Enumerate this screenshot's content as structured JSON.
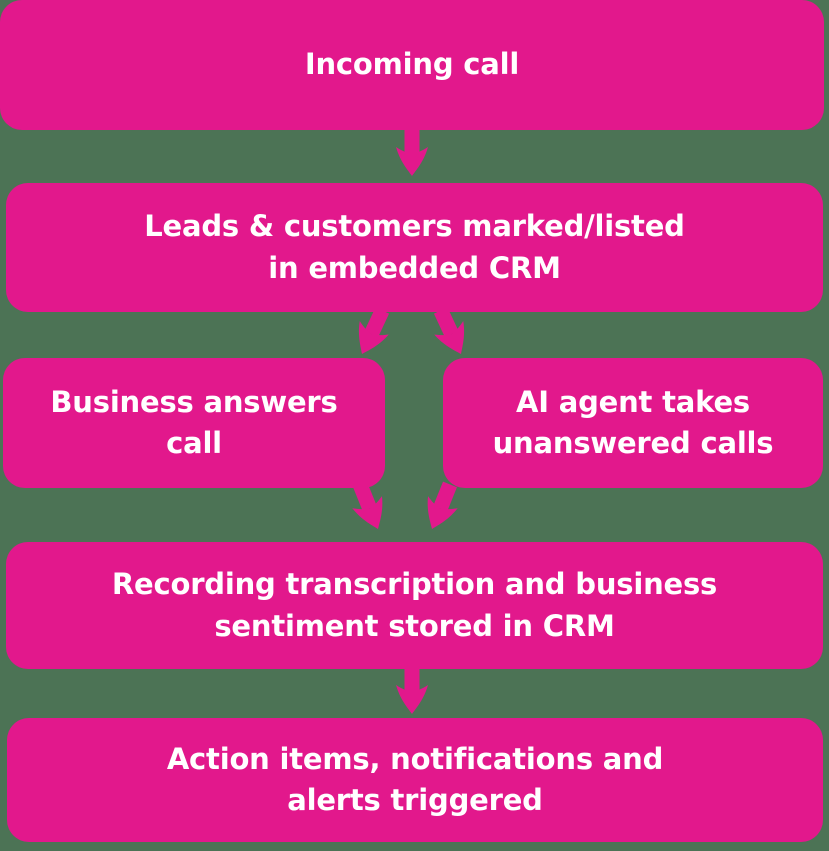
{
  "colors": {
    "background": "#4c7355",
    "node_fill": "#e2188c",
    "arrow": "#e2188c",
    "node_text": "#ffffff"
  },
  "flowchart": {
    "nodes": [
      {
        "id": "incoming-call",
        "label": "Incoming call"
      },
      {
        "id": "leads-crm",
        "label": "Leads & customers marked/listed\nin embedded CRM"
      },
      {
        "id": "business-answers",
        "label": "Business answers\ncall"
      },
      {
        "id": "ai-agent",
        "label": "AI agent takes\nunanswered calls"
      },
      {
        "id": "recording-crm",
        "label": "Recording transcription and business\nsentiment stored in CRM"
      },
      {
        "id": "actions-alerts",
        "label": "Action items, notifications and\nalerts triggered"
      }
    ],
    "edges": [
      {
        "from": "incoming-call",
        "to": "leads-crm"
      },
      {
        "from": "leads-crm",
        "to": "business-answers"
      },
      {
        "from": "leads-crm",
        "to": "ai-agent"
      },
      {
        "from": "business-answers",
        "to": "recording-crm"
      },
      {
        "from": "ai-agent",
        "to": "recording-crm"
      },
      {
        "from": "recording-crm",
        "to": "actions-alerts"
      }
    ]
  }
}
